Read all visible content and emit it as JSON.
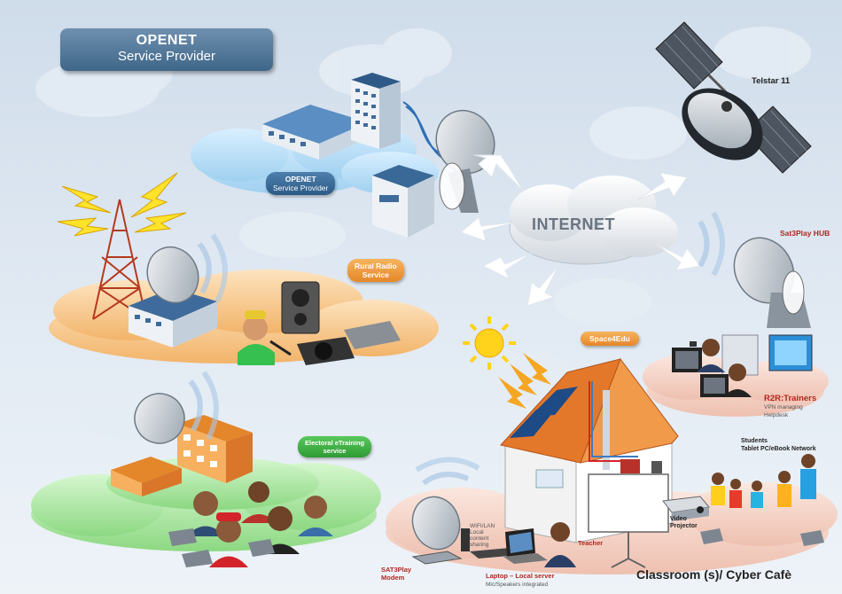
{
  "colors": {
    "sky": "#d8e3ee",
    "cloud_blue": "#bfe0f5",
    "cloud_orange": "#f6c88f",
    "cloud_green": "#a9e6a0",
    "cloud_pink": "#f3d3c8",
    "building_blue": "#3e6b9c"
  },
  "labels": {
    "title_line1": "OPENET",
    "title_line2": "Service Provider",
    "openet_pill_line1": "OPENET",
    "openet_pill_line2": "Service Provider",
    "telstar": "Telstar 11",
    "internet": "INTERNET",
    "sat3play_hub": "Sat3Play HUB",
    "rural_radio_line1": "Rural Radio",
    "rural_radio_line2": "Service",
    "space4edu": "Space4Edu",
    "r2r_trainers": "R2R:Trainers",
    "vpn_managing": "VPN managing",
    "helpdesk": "Helpdesk",
    "elearning_line1": "Electoral eTraining",
    "elearning_line2": "service",
    "students_line1": "Students",
    "students_line2": "Tablet PC/eBook Network",
    "wifi_line1": "WIFI/LAN",
    "wifi_line2": "Local",
    "wifi_line3": "content",
    "wifi_line4": "sharing",
    "teacher": "Teacher",
    "video_projector_line1": "Video",
    "video_projector_line2": "Projector",
    "sat3play_modem_line1": "SAT3Play",
    "sat3play_modem_line2": "Modem",
    "laptop": "Laptop – Local server",
    "mic": "Mic/Speakers integrated",
    "classroom": "Classroom (s)/ Cyber Cafè"
  }
}
